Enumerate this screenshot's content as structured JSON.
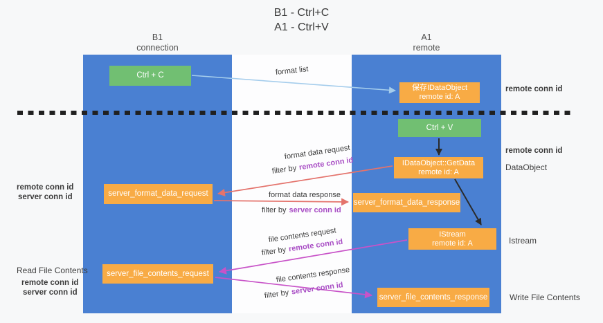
{
  "title": {
    "line1": "B1 - Ctrl+C",
    "line2": "A1 - Ctrl+V"
  },
  "lanes": {
    "left": {
      "name": "B1",
      "subtitle": "connection"
    },
    "right": {
      "name": "A1",
      "subtitle": "remote"
    }
  },
  "nodes": {
    "ctrl_c": {
      "label": "Ctrl + C"
    },
    "save_idataobject": {
      "line1": "保存IDataObject",
      "line2": "remote id: A"
    },
    "ctrl_v": {
      "label": "Ctrl + V"
    },
    "getdata": {
      "line1": "IDataObject::GetData",
      "line2": "remote id: A"
    },
    "server_format_data_request": {
      "label": "server_format_data_request"
    },
    "server_format_data_response": {
      "label": "server_format_data_response"
    },
    "istream": {
      "line1": "IStream",
      "line2": "remote id: A"
    },
    "server_file_contents_request": {
      "label": "server_file_contents_request"
    },
    "server_file_contents_response": {
      "label": "server_file_contents_response"
    }
  },
  "flow_labels": {
    "format_list": "format list",
    "format_data_request": "format data request",
    "format_data_response": "format data response",
    "file_contents_request": "file contents request",
    "file_contents_response": "file contents response",
    "filter_by": "filter by"
  },
  "side_labels": {
    "remote_conn_id": "remote conn id",
    "server_conn_id": "server conn id",
    "dataobject": "DataObject",
    "istream": "Istream",
    "read_file_contents": "Read File Contents",
    "write_file_contents": "Write File Contents"
  },
  "colors": {
    "lane_blue": "#4a80d2",
    "node_green": "#71bf72",
    "node_orange": "#f8ab45",
    "arrow_light_blue": "#a5cdec",
    "arrow_salmon": "#e4736c",
    "arrow_magenta": "#c853c8",
    "arrow_black": "#2b2b2b",
    "separator_black": "#202020",
    "remote_conn_id_text": "#a94fc5",
    "server_conn_id_text": "#4fb05a"
  }
}
